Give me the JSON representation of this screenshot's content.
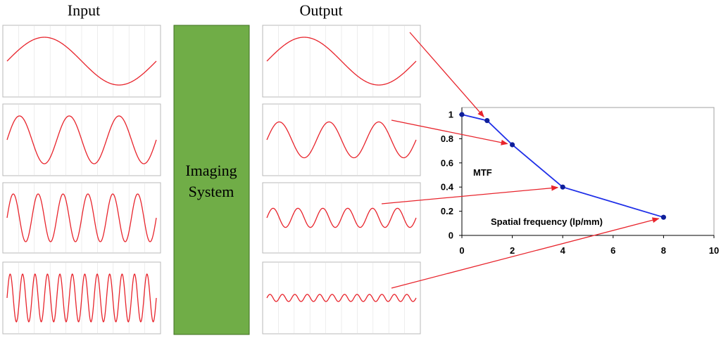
{
  "headings": {
    "input": "Input",
    "output": "Output"
  },
  "system": {
    "label_line1": "Imaging",
    "label_line2": "System"
  },
  "waves": [
    {
      "cycles": 1,
      "output_amplitude": 1.0
    },
    {
      "cycles": 3,
      "output_amplitude": 0.75
    },
    {
      "cycles": 6,
      "output_amplitude": 0.4
    },
    {
      "cycles": 12,
      "output_amplitude": 0.15
    }
  ],
  "colors": {
    "wave": "#e8242c",
    "system_box": "#70ad47",
    "mtf_line": "#1f2fe8",
    "mtf_point": "#0f1f9a",
    "arrow": "#e8242c",
    "panel_border": "#b8b8b8",
    "grid": "#e2e2e2"
  },
  "chart_data": {
    "type": "line",
    "x": [
      0,
      1,
      2,
      4,
      8
    ],
    "y": [
      1.0,
      0.95,
      0.75,
      0.4,
      0.15
    ],
    "xlim": [
      0,
      10
    ],
    "ylim": [
      0,
      1
    ],
    "x_ticks": [
      "0",
      "2",
      "4",
      "6",
      "8",
      "10"
    ],
    "y_ticks": [
      "0",
      "0.2",
      "0.4",
      "0.6",
      "0.8",
      "1"
    ],
    "ylabel": "MTF",
    "xlabel": "Spatial frequency (lp/mm)"
  }
}
